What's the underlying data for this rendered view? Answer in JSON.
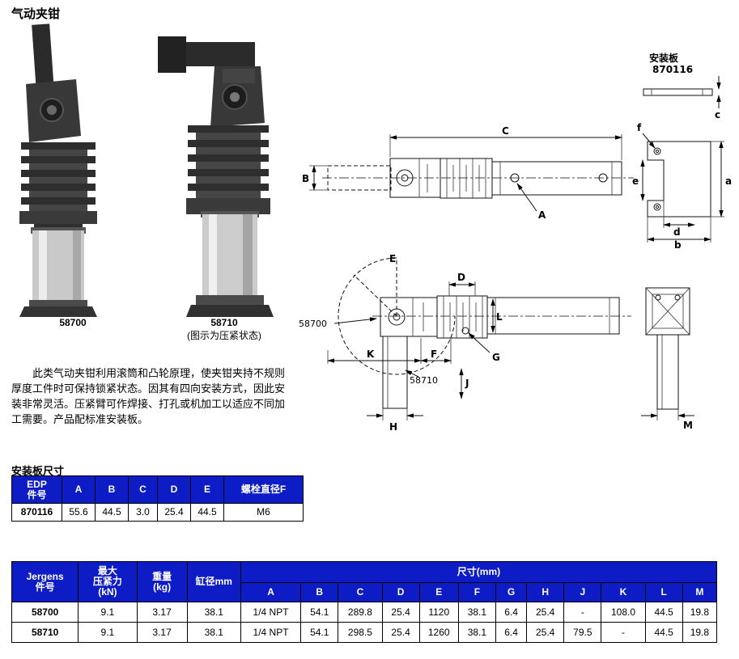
{
  "page": {
    "title": "气动夹钳"
  },
  "colors": {
    "header_bg": "#0d1cc4",
    "header_text": "#ffffff"
  },
  "photos": {
    "model_left": "58700",
    "model_right": "58710",
    "note": "(图示为压紧状态)"
  },
  "description": "此类气动夹钳利用滚筒和凸轮原理，使夹钳夹持不规则厚度工件时可保持锁紧状态。因其有四向安装方式，因此安装非常灵活。压紧臂可作焊接、打孔或机加工以适应不同加工需要。产品配标准安装板。",
  "drawings": {
    "plate_title": "安装板",
    "plate_part": "870116",
    "top_labels": {
      "C": "C",
      "B": "B",
      "A": "A",
      "a": "a",
      "b": "b",
      "c": "c",
      "d": "d",
      "e": "e",
      "f": "f"
    },
    "bottom_labels": {
      "E": "E",
      "D": "D",
      "L": "L",
      "G": "G",
      "F": "F",
      "J": "J",
      "K": "K",
      "H": "H",
      "M": "M"
    },
    "model_label_1": "58700",
    "model_label_2": "58710"
  },
  "plate_table": {
    "title": "安装板尺寸",
    "headers": [
      "EDP\n件号",
      "A",
      "B",
      "C",
      "D",
      "E",
      "螺栓直径F"
    ],
    "row": [
      "870116",
      "55.6",
      "44.5",
      "3.0",
      "25.4",
      "44.5",
      "M6"
    ]
  },
  "main_table": {
    "fixed_headers": [
      "Jergens\n件号",
      "最大\n压紧力\n(kN)",
      "重量\n(kg)",
      "缸径mm"
    ],
    "dims_group_header": "尺寸(mm)",
    "dim_headers": [
      "A",
      "B",
      "C",
      "D",
      "E",
      "F",
      "G",
      "H",
      "J",
      "K",
      "L",
      "M"
    ],
    "rows": [
      [
        "58700",
        "9.1",
        "3.17",
        "38.1",
        "1/4 NPT",
        "54.1",
        "289.8",
        "25.4",
        "1120",
        "38.1",
        "6.4",
        "25.4",
        "-",
        "108.0",
        "44.5",
        "19.8"
      ],
      [
        "58710",
        "9.1",
        "3.17",
        "38.1",
        "1/4 NPT",
        "54.1",
        "298.5",
        "25.4",
        "1260",
        "38.1",
        "6.4",
        "25.4",
        "79.5",
        "-",
        "44.5",
        "19.8"
      ]
    ]
  }
}
